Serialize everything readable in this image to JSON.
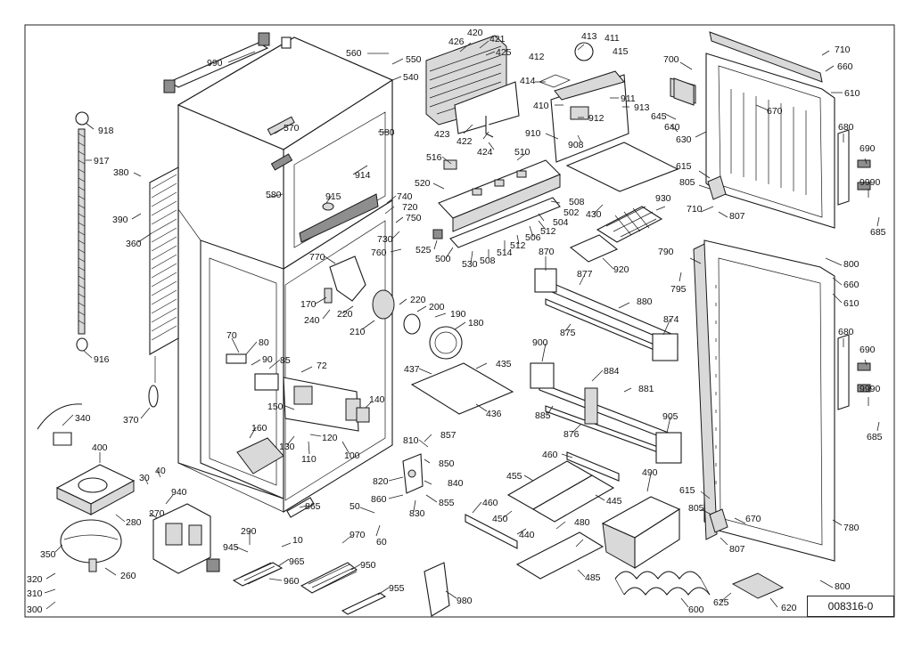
{
  "document_id": "008316-0",
  "part_labels": [
    "990",
    "560",
    "550",
    "540",
    "426",
    "420",
    "421",
    "425",
    "413",
    "411",
    "415",
    "412",
    "414",
    "410",
    "911",
    "913",
    "912",
    "908",
    "910",
    "700",
    "710",
    "660",
    "610",
    "670",
    "645",
    "640",
    "630",
    "918",
    "917",
    "380",
    "390",
    "360",
    "916",
    "370",
    "570",
    "580",
    "914",
    "915",
    "740",
    "720",
    "750",
    "730",
    "760",
    "770",
    "170",
    "240",
    "220",
    "210",
    "200",
    "190",
    "180",
    "70",
    "80",
    "90",
    "85",
    "72",
    "150",
    "160",
    "130",
    "120",
    "110",
    "100",
    "140",
    "516",
    "510",
    "520",
    "525",
    "500",
    "530",
    "508",
    "514",
    "512",
    "506",
    "504",
    "502",
    "430",
    "930",
    "920",
    "423",
    "422",
    "424",
    "870",
    "877",
    "880",
    "875",
    "874",
    "900",
    "884",
    "881",
    "885",
    "876",
    "905",
    "437",
    "435",
    "436",
    "810",
    "857",
    "850",
    "820",
    "840",
    "860",
    "830",
    "855",
    "460",
    "455",
    "445",
    "450",
    "440",
    "480",
    "485",
    "490",
    "600",
    "625",
    "620",
    "615",
    "805",
    "807",
    "780",
    "800",
    "790",
    "795",
    "680",
    "690",
    "9990",
    "685",
    "340",
    "400",
    "30",
    "40",
    "940",
    "270",
    "280",
    "350",
    "260",
    "320",
    "310",
    "300",
    "290",
    "945",
    "10",
    "965",
    "960",
    "950",
    "955",
    "980",
    "865",
    "50",
    "60",
    "970"
  ]
}
